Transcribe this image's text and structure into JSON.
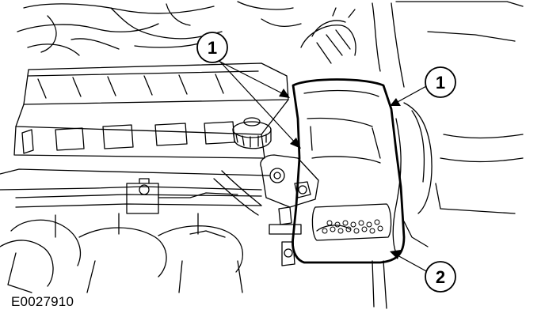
{
  "diagram": {
    "reference_code": "E0027910",
    "callouts": [
      {
        "id": "callout-1-top",
        "label": "1"
      },
      {
        "id": "callout-1-right",
        "label": "1"
      },
      {
        "id": "callout-2",
        "label": "2"
      }
    ]
  }
}
